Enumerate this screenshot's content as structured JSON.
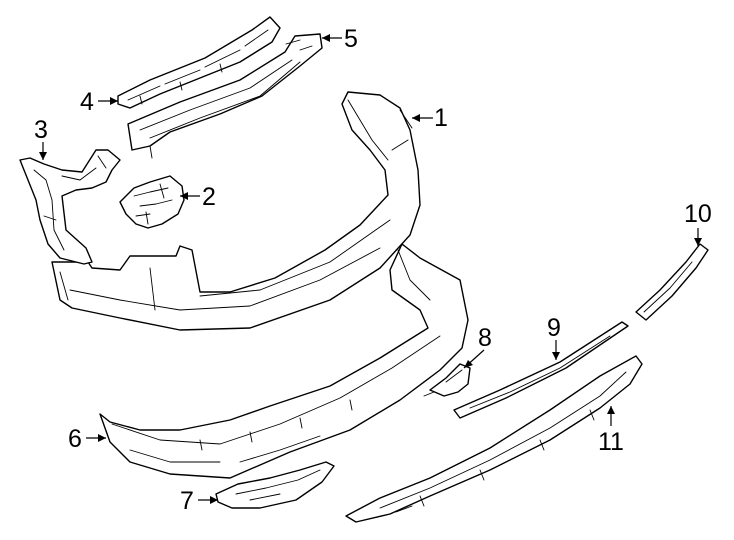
{
  "diagram": {
    "background": "#ffffff",
    "line_color": "#000000",
    "callouts": [
      {
        "id": "1",
        "label": "1"
      },
      {
        "id": "2",
        "label": "2"
      },
      {
        "id": "3",
        "label": "3"
      },
      {
        "id": "4",
        "label": "4"
      },
      {
        "id": "5",
        "label": "5"
      },
      {
        "id": "6",
        "label": "6"
      },
      {
        "id": "7",
        "label": "7"
      },
      {
        "id": "8",
        "label": "8"
      },
      {
        "id": "9",
        "label": "9"
      },
      {
        "id": "10",
        "label": "10"
      },
      {
        "id": "11",
        "label": "11"
      }
    ]
  }
}
